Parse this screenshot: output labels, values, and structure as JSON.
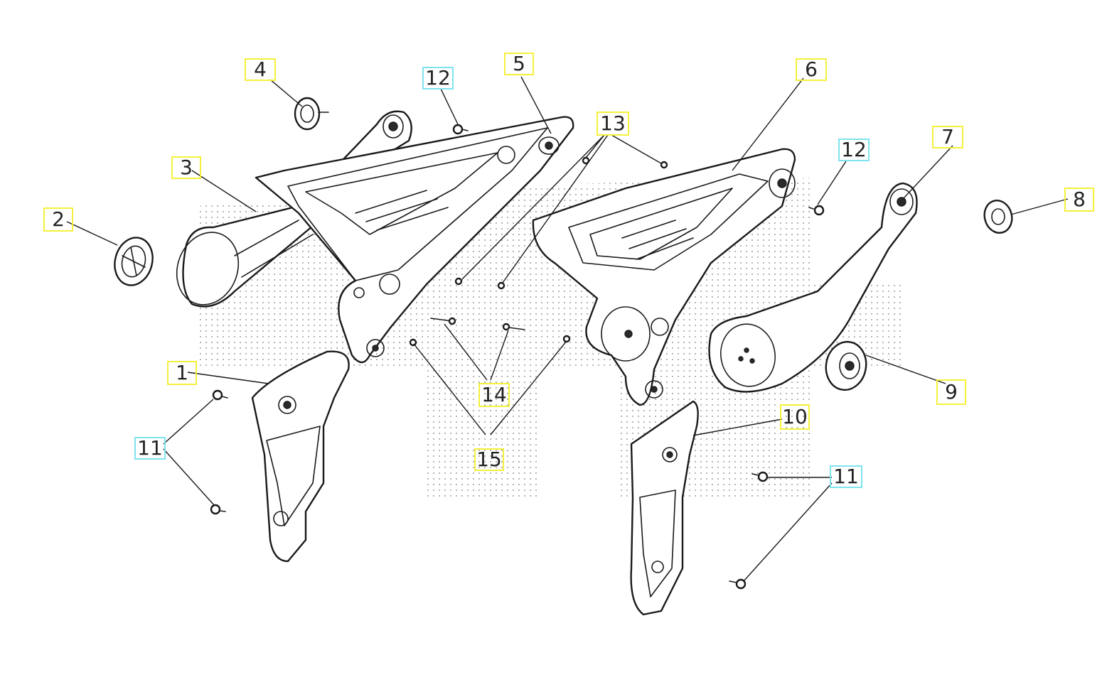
{
  "callout_colors": {
    "yellow": "#f4f03c",
    "cyan": "#7ee3ee"
  },
  "callouts": [
    {
      "id": "c1",
      "label": "1",
      "color": "yellow"
    },
    {
      "id": "c2",
      "label": "2",
      "color": "yellow"
    },
    {
      "id": "c3",
      "label": "3",
      "color": "yellow"
    },
    {
      "id": "c4",
      "label": "4",
      "color": "yellow"
    },
    {
      "id": "c5",
      "label": "5",
      "color": "yellow"
    },
    {
      "id": "c6",
      "label": "6",
      "color": "yellow"
    },
    {
      "id": "c7",
      "label": "7",
      "color": "yellow"
    },
    {
      "id": "c8",
      "label": "8",
      "color": "yellow"
    },
    {
      "id": "c9",
      "label": "9",
      "color": "yellow"
    },
    {
      "id": "c10",
      "label": "10",
      "color": "yellow"
    },
    {
      "id": "c11a",
      "label": "11",
      "color": "cyan"
    },
    {
      "id": "c11b",
      "label": "11",
      "color": "cyan"
    },
    {
      "id": "c12a",
      "label": "12",
      "color": "cyan"
    },
    {
      "id": "c12b",
      "label": "12",
      "color": "cyan"
    },
    {
      "id": "c13",
      "label": "13",
      "color": "yellow"
    },
    {
      "id": "c14",
      "label": "14",
      "color": "yellow"
    },
    {
      "id": "c15",
      "label": "15",
      "color": "yellow"
    }
  ]
}
